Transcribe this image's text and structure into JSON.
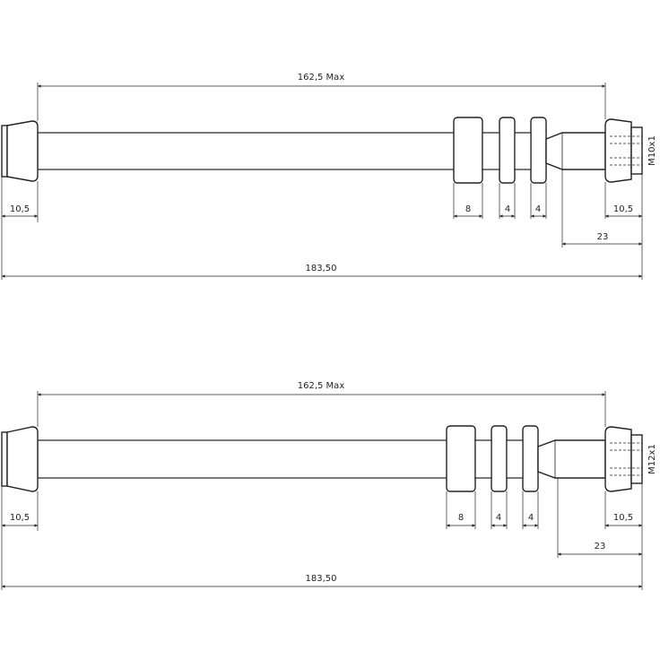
{
  "drawings": [
    {
      "thread_label": "M10x1",
      "dims": {
        "overall_max": "162,5 Max",
        "total": "183,50",
        "left_end": "10,5",
        "right_end": "10,5",
        "collar": "8",
        "ring1": "4",
        "ring2": "4",
        "thread_len": "23"
      }
    },
    {
      "thread_label": "M12x1",
      "dims": {
        "overall_max": "162,5 Max",
        "total": "183,50",
        "left_end": "10,5",
        "right_end": "10,5",
        "collar": "8",
        "ring1": "4",
        "ring2": "4",
        "thread_len": "23"
      }
    }
  ]
}
